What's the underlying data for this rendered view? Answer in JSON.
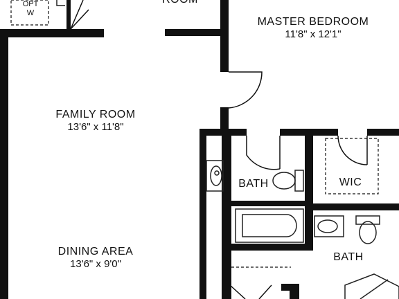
{
  "rooms": {
    "room_top_partial": {
      "name": "ROOM"
    },
    "master_bedroom": {
      "name": "MASTER BEDROOM",
      "dims": "11'8\" x 12'1\""
    },
    "family_room": {
      "name": "FAMILY ROOM",
      "dims": "13'6\" x 11'8\""
    },
    "dining_area": {
      "name": "DINING AREA",
      "dims": "13'6\" x 9'0\""
    },
    "bath_upper": {
      "name": "BATH"
    },
    "bath_lower": {
      "name": "BATH"
    },
    "wic": {
      "name": "WIC"
    }
  },
  "washer": {
    "line1": "OPT",
    "line2": "W"
  },
  "colors": {
    "wall": "#111111",
    "background": "#ffffff",
    "fixture": "#222222"
  }
}
